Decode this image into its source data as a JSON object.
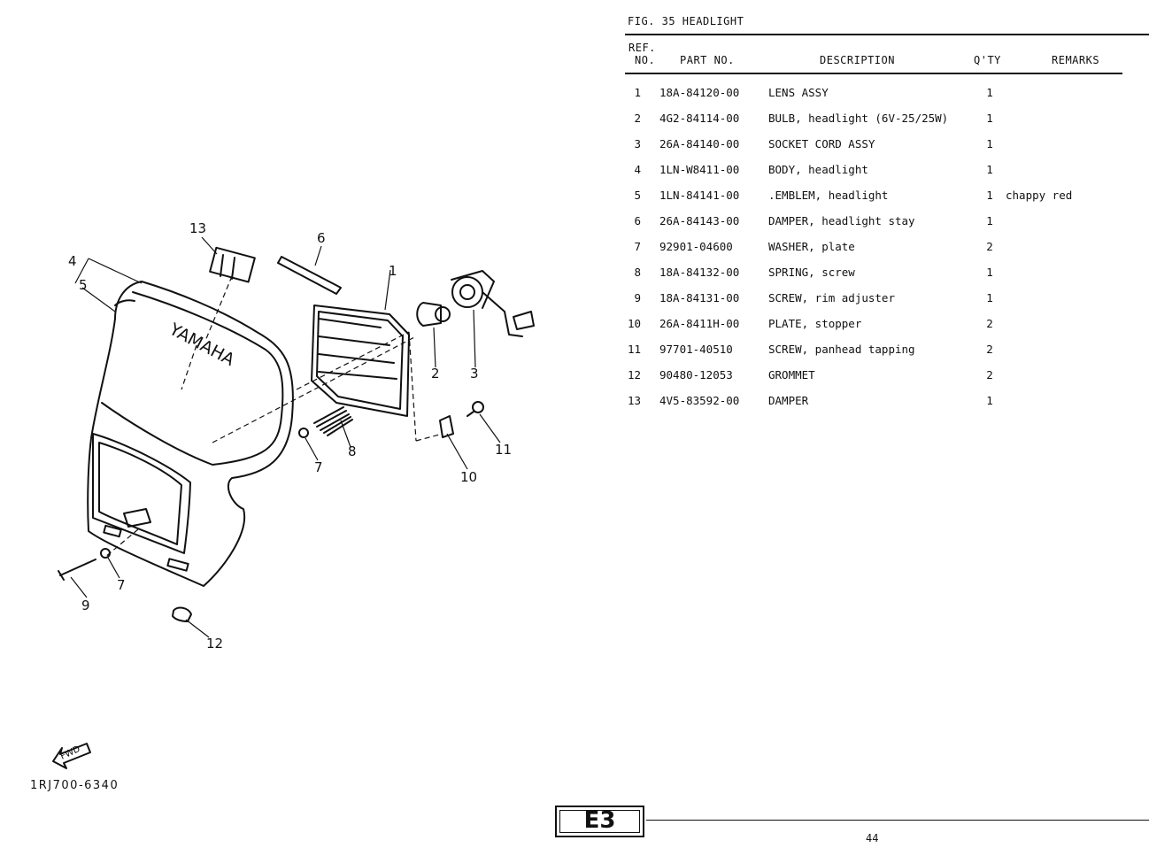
{
  "figure": {
    "title": "FIG. 35  HEADLIGHT"
  },
  "table": {
    "headers": {
      "ref_line1": "REF.",
      "ref_line2": "NO.",
      "part_no": "PART NO.",
      "description": "DESCRIPTION",
      "qty": "Q'TY",
      "remarks": "REMARKS"
    },
    "rows": [
      {
        "ref": "1",
        "part": "18A-84120-00",
        "desc": "LENS ASSY",
        "qty": "1",
        "remarks": ""
      },
      {
        "ref": "2",
        "part": "4G2-84114-00",
        "desc": "BULB, headlight (6V-25/25W)",
        "qty": "1",
        "remarks": ""
      },
      {
        "ref": "3",
        "part": "26A-84140-00",
        "desc": "SOCKET CORD ASSY",
        "qty": "1",
        "remarks": ""
      },
      {
        "ref": "4",
        "part": "1LN-W8411-00",
        "desc": "BODY, headlight",
        "qty": "1",
        "remarks": ""
      },
      {
        "ref": "5",
        "part": "1LN-84141-00",
        "desc": ".EMBLEM, headlight",
        "qty": "1",
        "remarks": "chappy red"
      },
      {
        "ref": "6",
        "part": "26A-84143-00",
        "desc": "DAMPER, headlight stay",
        "qty": "1",
        "remarks": ""
      },
      {
        "ref": "7",
        "part": "92901-04600",
        "desc": "WASHER, plate",
        "qty": "2",
        "remarks": ""
      },
      {
        "ref": "8",
        "part": "18A-84132-00",
        "desc": "SPRING, screw",
        "qty": "1",
        "remarks": ""
      },
      {
        "ref": "9",
        "part": "18A-84131-00",
        "desc": "SCREW, rim adjuster",
        "qty": "1",
        "remarks": ""
      },
      {
        "ref": "10",
        "part": "26A-8411H-00",
        "desc": "PLATE, stopper",
        "qty": "2",
        "remarks": ""
      },
      {
        "ref": "11",
        "part": "97701-40510",
        "desc": "SCREW, panhead tapping",
        "qty": "2",
        "remarks": ""
      },
      {
        "ref": "12",
        "part": "90480-12053",
        "desc": "GROMMET",
        "qty": "2",
        "remarks": ""
      },
      {
        "ref": "13",
        "part": "4V5-83592-00",
        "desc": "DAMPER",
        "qty": "1",
        "remarks": ""
      }
    ]
  },
  "diagram": {
    "brand_text": "YAMAHA",
    "fwd_label": "FWD",
    "callouts": [
      "13",
      "6",
      "4",
      "5",
      "1",
      "2",
      "3",
      "8",
      "7",
      "10",
      "11",
      "7",
      "9",
      "12"
    ]
  },
  "footer": {
    "doc_code": "1RJ700-6340",
    "section": "E3",
    "page": "44"
  }
}
